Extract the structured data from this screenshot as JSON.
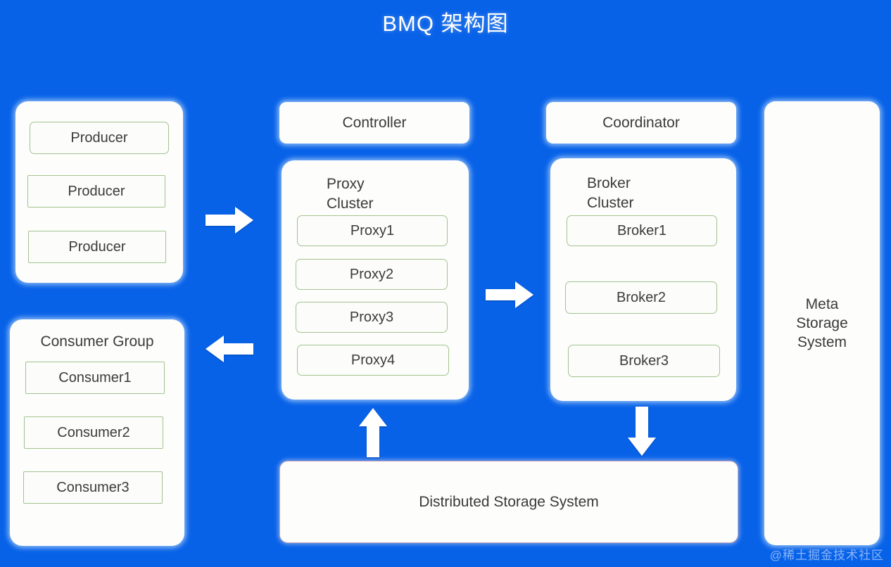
{
  "title": "BMQ 架构图",
  "theme": {
    "background": "#0862e8",
    "panel_bg": "#fdfdfb",
    "item_border": "#a3c292",
    "text": "#3a3a3a",
    "title_color": "#ffffff",
    "storage_border": "#c9a8b6"
  },
  "producer_group": {
    "items": [
      {
        "label": "Producer"
      },
      {
        "label": "Producer"
      },
      {
        "label": "Producer"
      }
    ]
  },
  "consumer_group": {
    "heading": "Consumer Group",
    "items": [
      {
        "label": "Consumer1"
      },
      {
        "label": "Consumer2"
      },
      {
        "label": "Consumer3"
      }
    ]
  },
  "controller": {
    "label": "Controller"
  },
  "proxy_cluster": {
    "heading": "Proxy\nCluster",
    "items": [
      {
        "label": "Proxy1"
      },
      {
        "label": "Proxy2"
      },
      {
        "label": "Proxy3"
      },
      {
        "label": "Proxy4"
      }
    ]
  },
  "coordinator": {
    "label": "Coordinator"
  },
  "broker_cluster": {
    "heading": "Broker\nCluster",
    "items": [
      {
        "label": "Broker1"
      },
      {
        "label": "Broker2"
      },
      {
        "label": "Broker3"
      }
    ]
  },
  "meta_storage": {
    "label": "Meta\nStorage\nSystem"
  },
  "distributed_storage": {
    "label": "Distributed Storage System"
  },
  "arrows": [
    {
      "name": "producer-to-proxy",
      "direction": "right"
    },
    {
      "name": "proxy-to-consumer",
      "direction": "left"
    },
    {
      "name": "proxy-to-broker",
      "direction": "right"
    },
    {
      "name": "storage-to-proxy",
      "direction": "up"
    },
    {
      "name": "broker-to-storage",
      "direction": "down"
    }
  ],
  "watermark": "@稀土掘金技术社区"
}
